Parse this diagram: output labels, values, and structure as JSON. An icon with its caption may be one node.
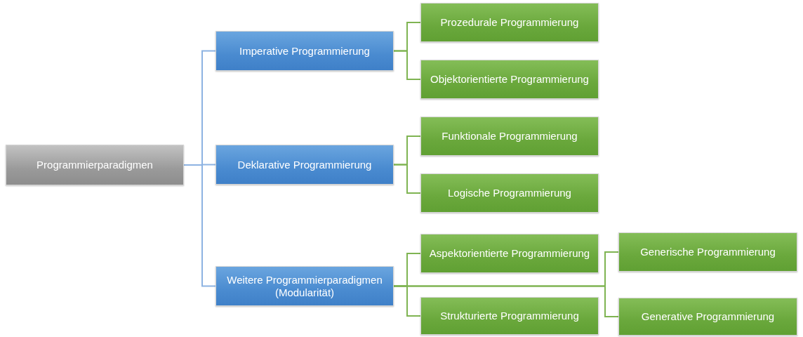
{
  "diagram": {
    "nodes": [
      {
        "text": [
          "Programmierparadigmen"
        ]
      },
      {
        "text": [
          "Imperative Programmierung"
        ]
      },
      {
        "text": [
          "Deklarative Programmierung"
        ]
      },
      {
        "text": [
          "Weitere Programmierparadigmen (Modularität)"
        ]
      },
      {
        "text": [
          "Prozedurale Programmierung"
        ]
      },
      {
        "text": [
          "Objektorientierte Programmierung"
        ]
      },
      {
        "text": [
          "Funktionale Programmierung"
        ]
      },
      {
        "text": [
          "Logische Programmierung"
        ]
      },
      {
        "text": [
          "Aspektorientierte Programmierung"
        ]
      },
      {
        "text": [
          "Strukturierte Programmierung"
        ]
      },
      {
        "text": [
          "Generische Programmierung"
        ]
      },
      {
        "text": [
          "Generative Programmierung"
        ]
      }
    ],
    "edges": [
      {
        "from": 0,
        "to": 1,
        "arrow": "none",
        "color": "#8db3e2"
      },
      {
        "from": 0,
        "to": 2,
        "arrow": "none",
        "color": "#8db3e2"
      },
      {
        "from": 0,
        "to": 3,
        "arrow": "none",
        "color": "#8db3e2"
      },
      {
        "from": 1,
        "to": 4,
        "arrow": "none"
      },
      {
        "from": 1,
        "to": 5,
        "arrow": "none"
      },
      {
        "from": 2,
        "to": 6,
        "arrow": "none"
      },
      {
        "from": 2,
        "to": 7,
        "arrow": "none"
      },
      {
        "from": 3,
        "to": 8,
        "arrow": "none"
      },
      {
        "from": 3,
        "to": 9,
        "arrow": "none"
      },
      {
        "from": 3,
        "to": 10,
        "arrow": "none"
      },
      {
        "from": 3,
        "to": 11,
        "arrow": "none"
      }
    ]
  }
}
